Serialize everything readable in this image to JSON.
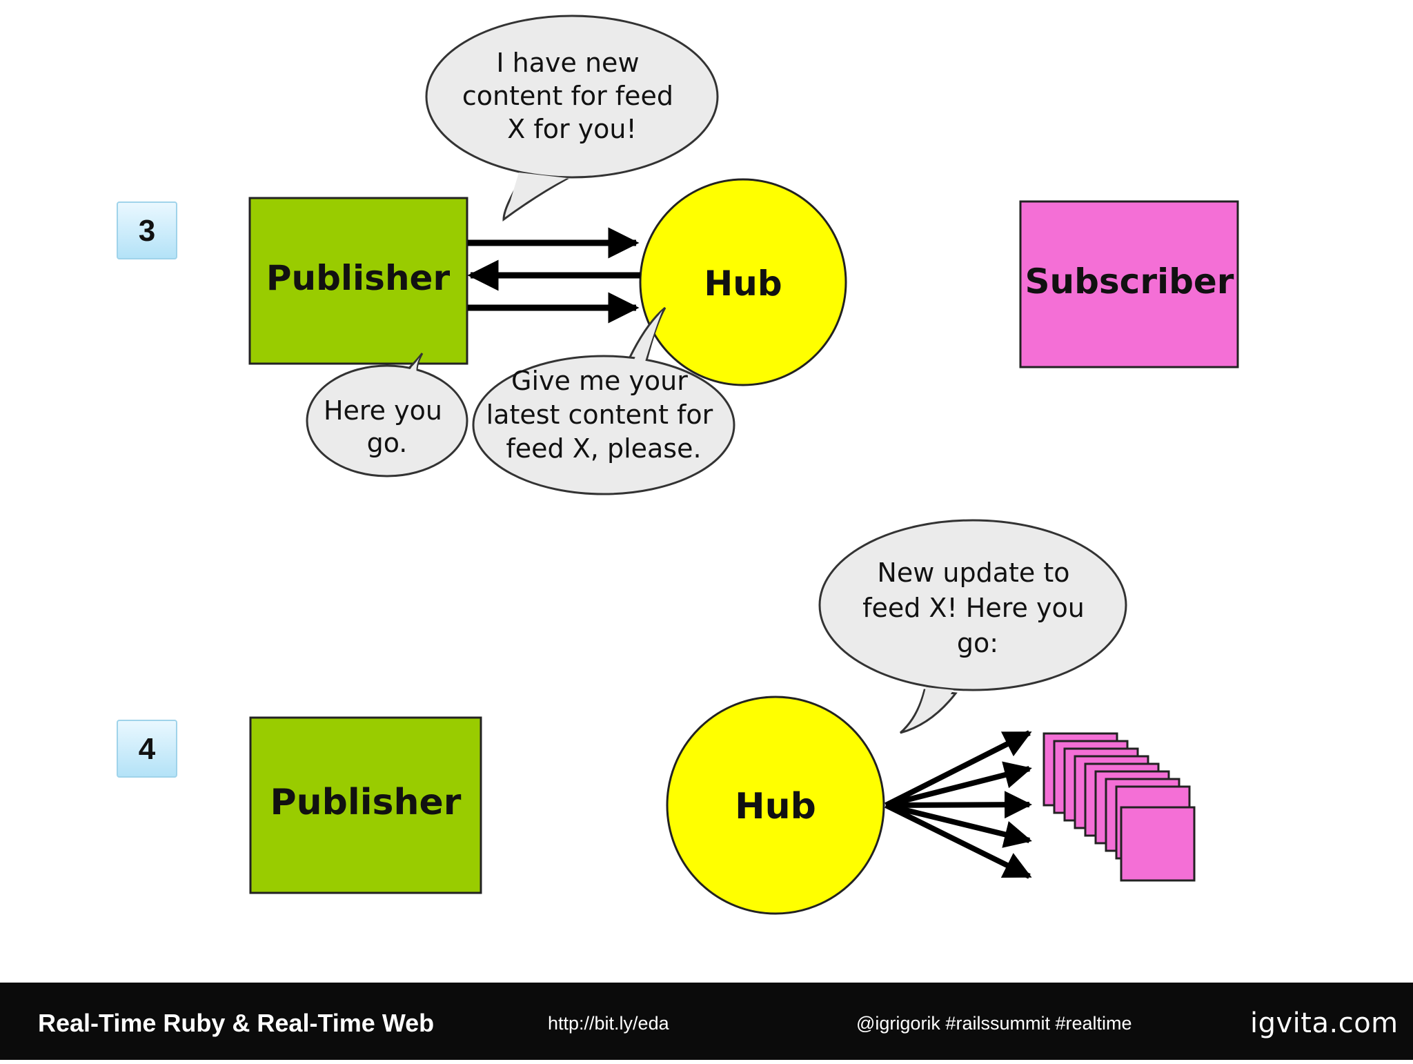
{
  "steps": [
    {
      "number": "3",
      "publisher": "Publisher",
      "hub": "Hub",
      "subscriber": "Subscriber",
      "bubbles": {
        "hub_announce": [
          "I have new",
          "content for feed",
          "X for you!"
        ],
        "hub_request": [
          "Give me your",
          "latest content for",
          "feed X, please."
        ],
        "publisher_reply": [
          "Here you",
          "go."
        ]
      }
    },
    {
      "number": "4",
      "publisher": "Publisher",
      "hub": "Hub",
      "bubbles": {
        "hub_broadcast": [
          "New update to",
          "feed X! Here you",
          "go:"
        ]
      }
    }
  ],
  "footer": {
    "title": "Real-Time Ruby & Real-Time Web",
    "url": "http://bit.ly/eda",
    "tags": "@igrigorik #railssummit #realtime",
    "brand": "igvita.com"
  },
  "colors": {
    "publisher": "#99cc00",
    "hub": "#ffff00",
    "subscriber": "#f46fd6",
    "bubble": "#ebebeb",
    "step_box": "#cdeefb",
    "footer_bg": "#0b0b0b"
  }
}
